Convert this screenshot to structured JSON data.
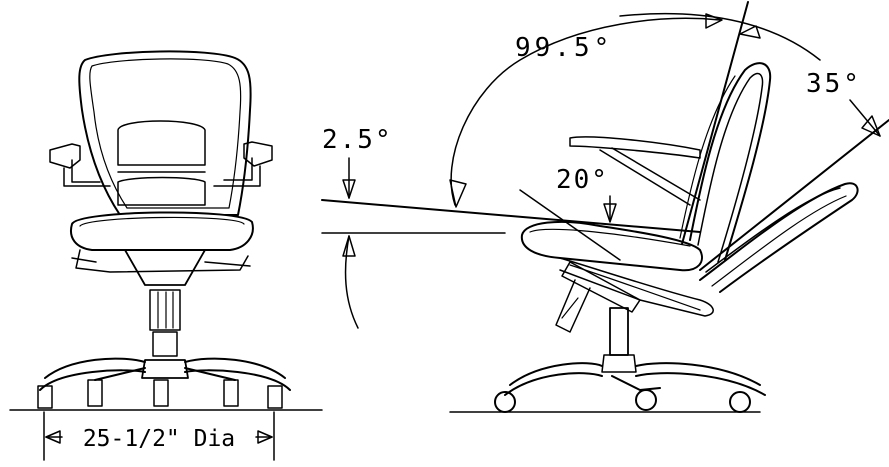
{
  "drawing": {
    "labels": {
      "recline_angle": "99.5°",
      "tilt_range": "35°",
      "seat_angle": "2.5°",
      "back_angle": "20°",
      "base_diameter": "25-1/2\" Dia"
    }
  }
}
